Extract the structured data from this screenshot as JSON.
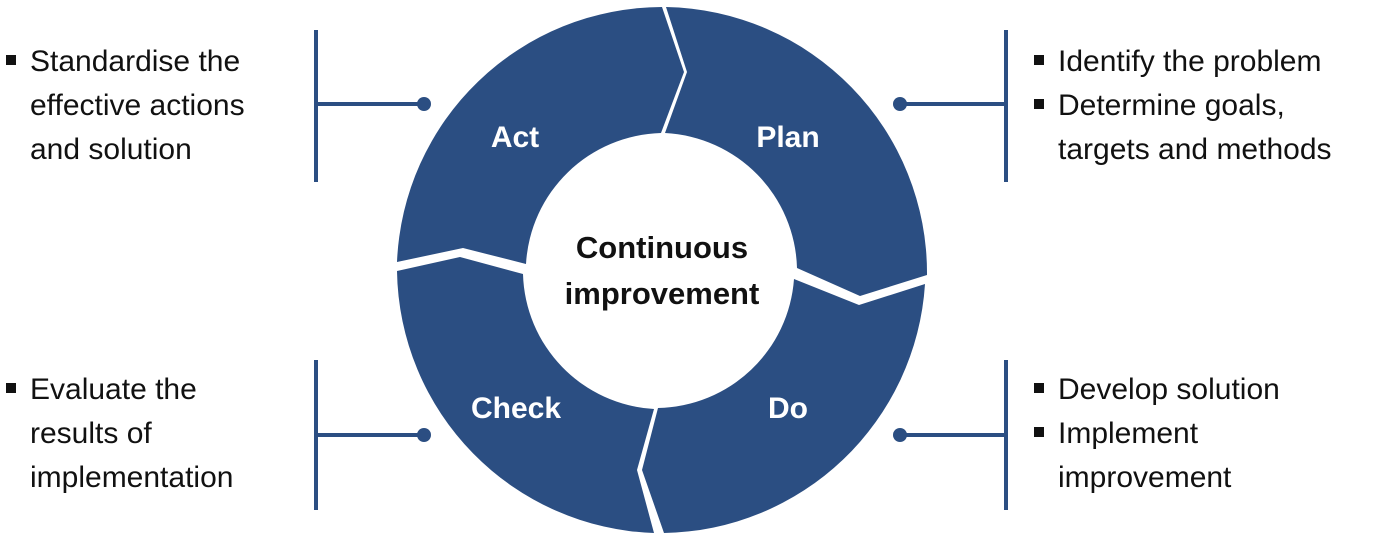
{
  "center": {
    "line1": "Continuous",
    "line2": "improvement"
  },
  "stages": [
    {
      "id": "act",
      "label": "Act",
      "bullets": [
        "Standardise the effective actions and solution"
      ]
    },
    {
      "id": "plan",
      "label": "Plan",
      "bullets": [
        "Identify the problem",
        "Determine goals, targets and methods"
      ]
    },
    {
      "id": "check",
      "label": "Check",
      "bullets": [
        "Evaluate the results of implementation"
      ]
    },
    {
      "id": "do",
      "label": "Do",
      "bullets": [
        "Develop solution",
        "Implement improvement"
      ]
    }
  ],
  "colors": {
    "ring": "#2b4e82",
    "connector": "#2b4e82",
    "text": "#111111",
    "background": "#ffffff"
  }
}
